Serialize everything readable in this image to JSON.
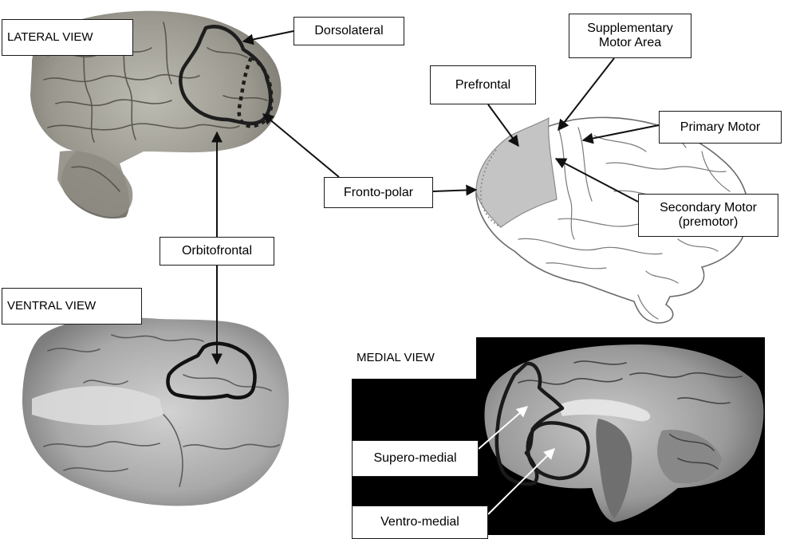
{
  "views": {
    "lateral": "LATERAL VIEW",
    "ventral": "VENTRAL VIEW",
    "medial": "MEDIAL VIEW"
  },
  "regions": {
    "dorsolateral": "Dorsolateral",
    "fronto_polar": "Fronto-polar",
    "orbitofrontal": "Orbitofrontal",
    "prefrontal": "Prefrontal",
    "supplementary_motor": "Supplementary Motor Area",
    "primary_motor": "Primary Motor",
    "secondary_motor": "Secondary Motor (premotor)",
    "supero_medial": "Supero-medial",
    "ventro_medial": "Ventro-medial"
  },
  "colors": {
    "prefrontal_fill": "#c4c4c4",
    "outline": "#1e1e1e",
    "medial_background": "#000000",
    "brain_photo": "#9d9a90"
  }
}
